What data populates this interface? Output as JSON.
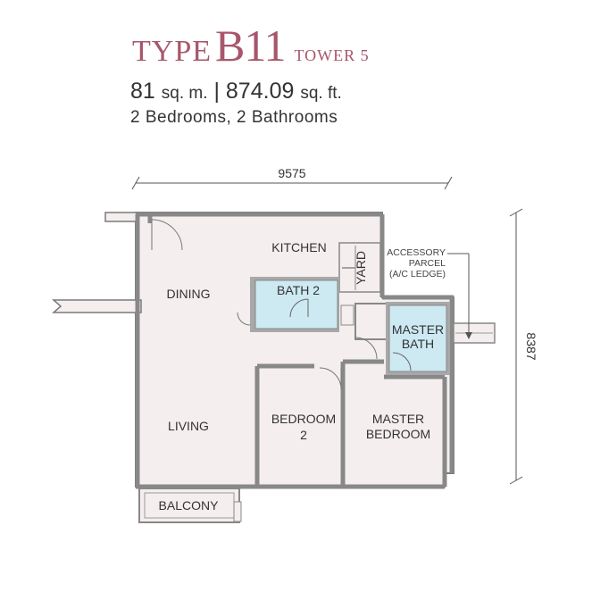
{
  "header": {
    "type_word": "TYPE",
    "type_code": "B11",
    "tower": "TOWER 5",
    "area_sqm": "81",
    "area_sqm_unit": "sq. m.",
    "separator": "|",
    "area_sqft": "874.09",
    "area_sqft_unit": "sq. ft.",
    "rooms": "2 Bedrooms, 2 Bathrooms"
  },
  "plan": {
    "width_dim": "9575",
    "height_dim": "8387",
    "rooms": {
      "kitchen": "KITCHEN",
      "dining": "DINING",
      "living": "LIVING",
      "balcony": "BALCONY",
      "bath2": "BATH 2",
      "yard": "YARD",
      "bedroom2_line1": "BEDROOM",
      "bedroom2_line2": "2",
      "master_bath_line1": "MASTER",
      "master_bath_line2": "BATH",
      "master_bedroom_line1": "MASTER",
      "master_bedroom_line2": "BEDROOM"
    },
    "accessory_line1": "ACCESSORY",
    "accessory_line2": "PARCEL",
    "accessory_line3": "(A/C LEDGE)"
  }
}
